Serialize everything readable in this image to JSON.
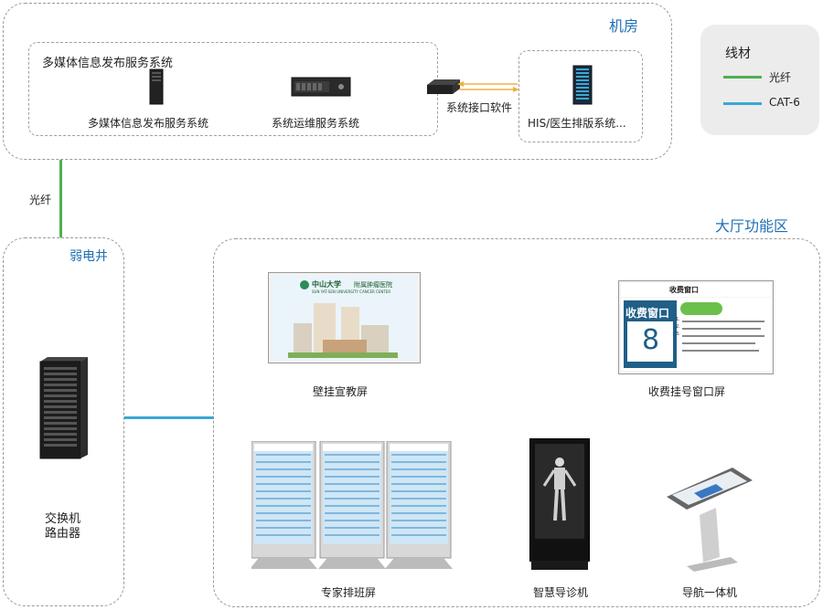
{
  "zones": {
    "machine_room": "机房",
    "weak_shaft": "弱电井",
    "hall": "大厅功能区"
  },
  "machine_room": {
    "group_title": "多媒体信息发布服务系统",
    "server1_label": "多媒体信息发布服务系统",
    "server2_label": "系统运维服务系统",
    "interface_label": "系统接口软件",
    "his_label": "HIS/医生排版系统..."
  },
  "links": {
    "fiber_label": "光纤"
  },
  "legend": {
    "title": "线材",
    "items": [
      {
        "label": "光纤",
        "color": "#4caf50"
      },
      {
        "label": "CAT-6",
        "color": "#3aa7d6"
      }
    ]
  },
  "switch": {
    "label_line1": "交换机",
    "label_line2": "路由器"
  },
  "hall": {
    "wall_screen_label": "壁挂宣教屏",
    "window_screen_label": "收费挂号窗口屏",
    "schedule_label": "专家排班屏",
    "guide_label": "智慧导诊机",
    "nav_label": "导航一体机"
  },
  "wall_screen": {
    "logo_text": "中山大学",
    "logo_sub": "附属肿瘤医院",
    "logo_en": "SUN YAT-SEN UNIVERSITY CANCER CENTER"
  },
  "window_screen": {
    "header_title": "收费窗口",
    "window_title": "收费窗口",
    "window_number": "8",
    "notice_items": [
      "1.",
      "2.",
      "3."
    ]
  },
  "colors": {
    "fiber": "#4caf50",
    "cat6": "#3aa7d6",
    "title_blue": "#1f6fb5"
  }
}
